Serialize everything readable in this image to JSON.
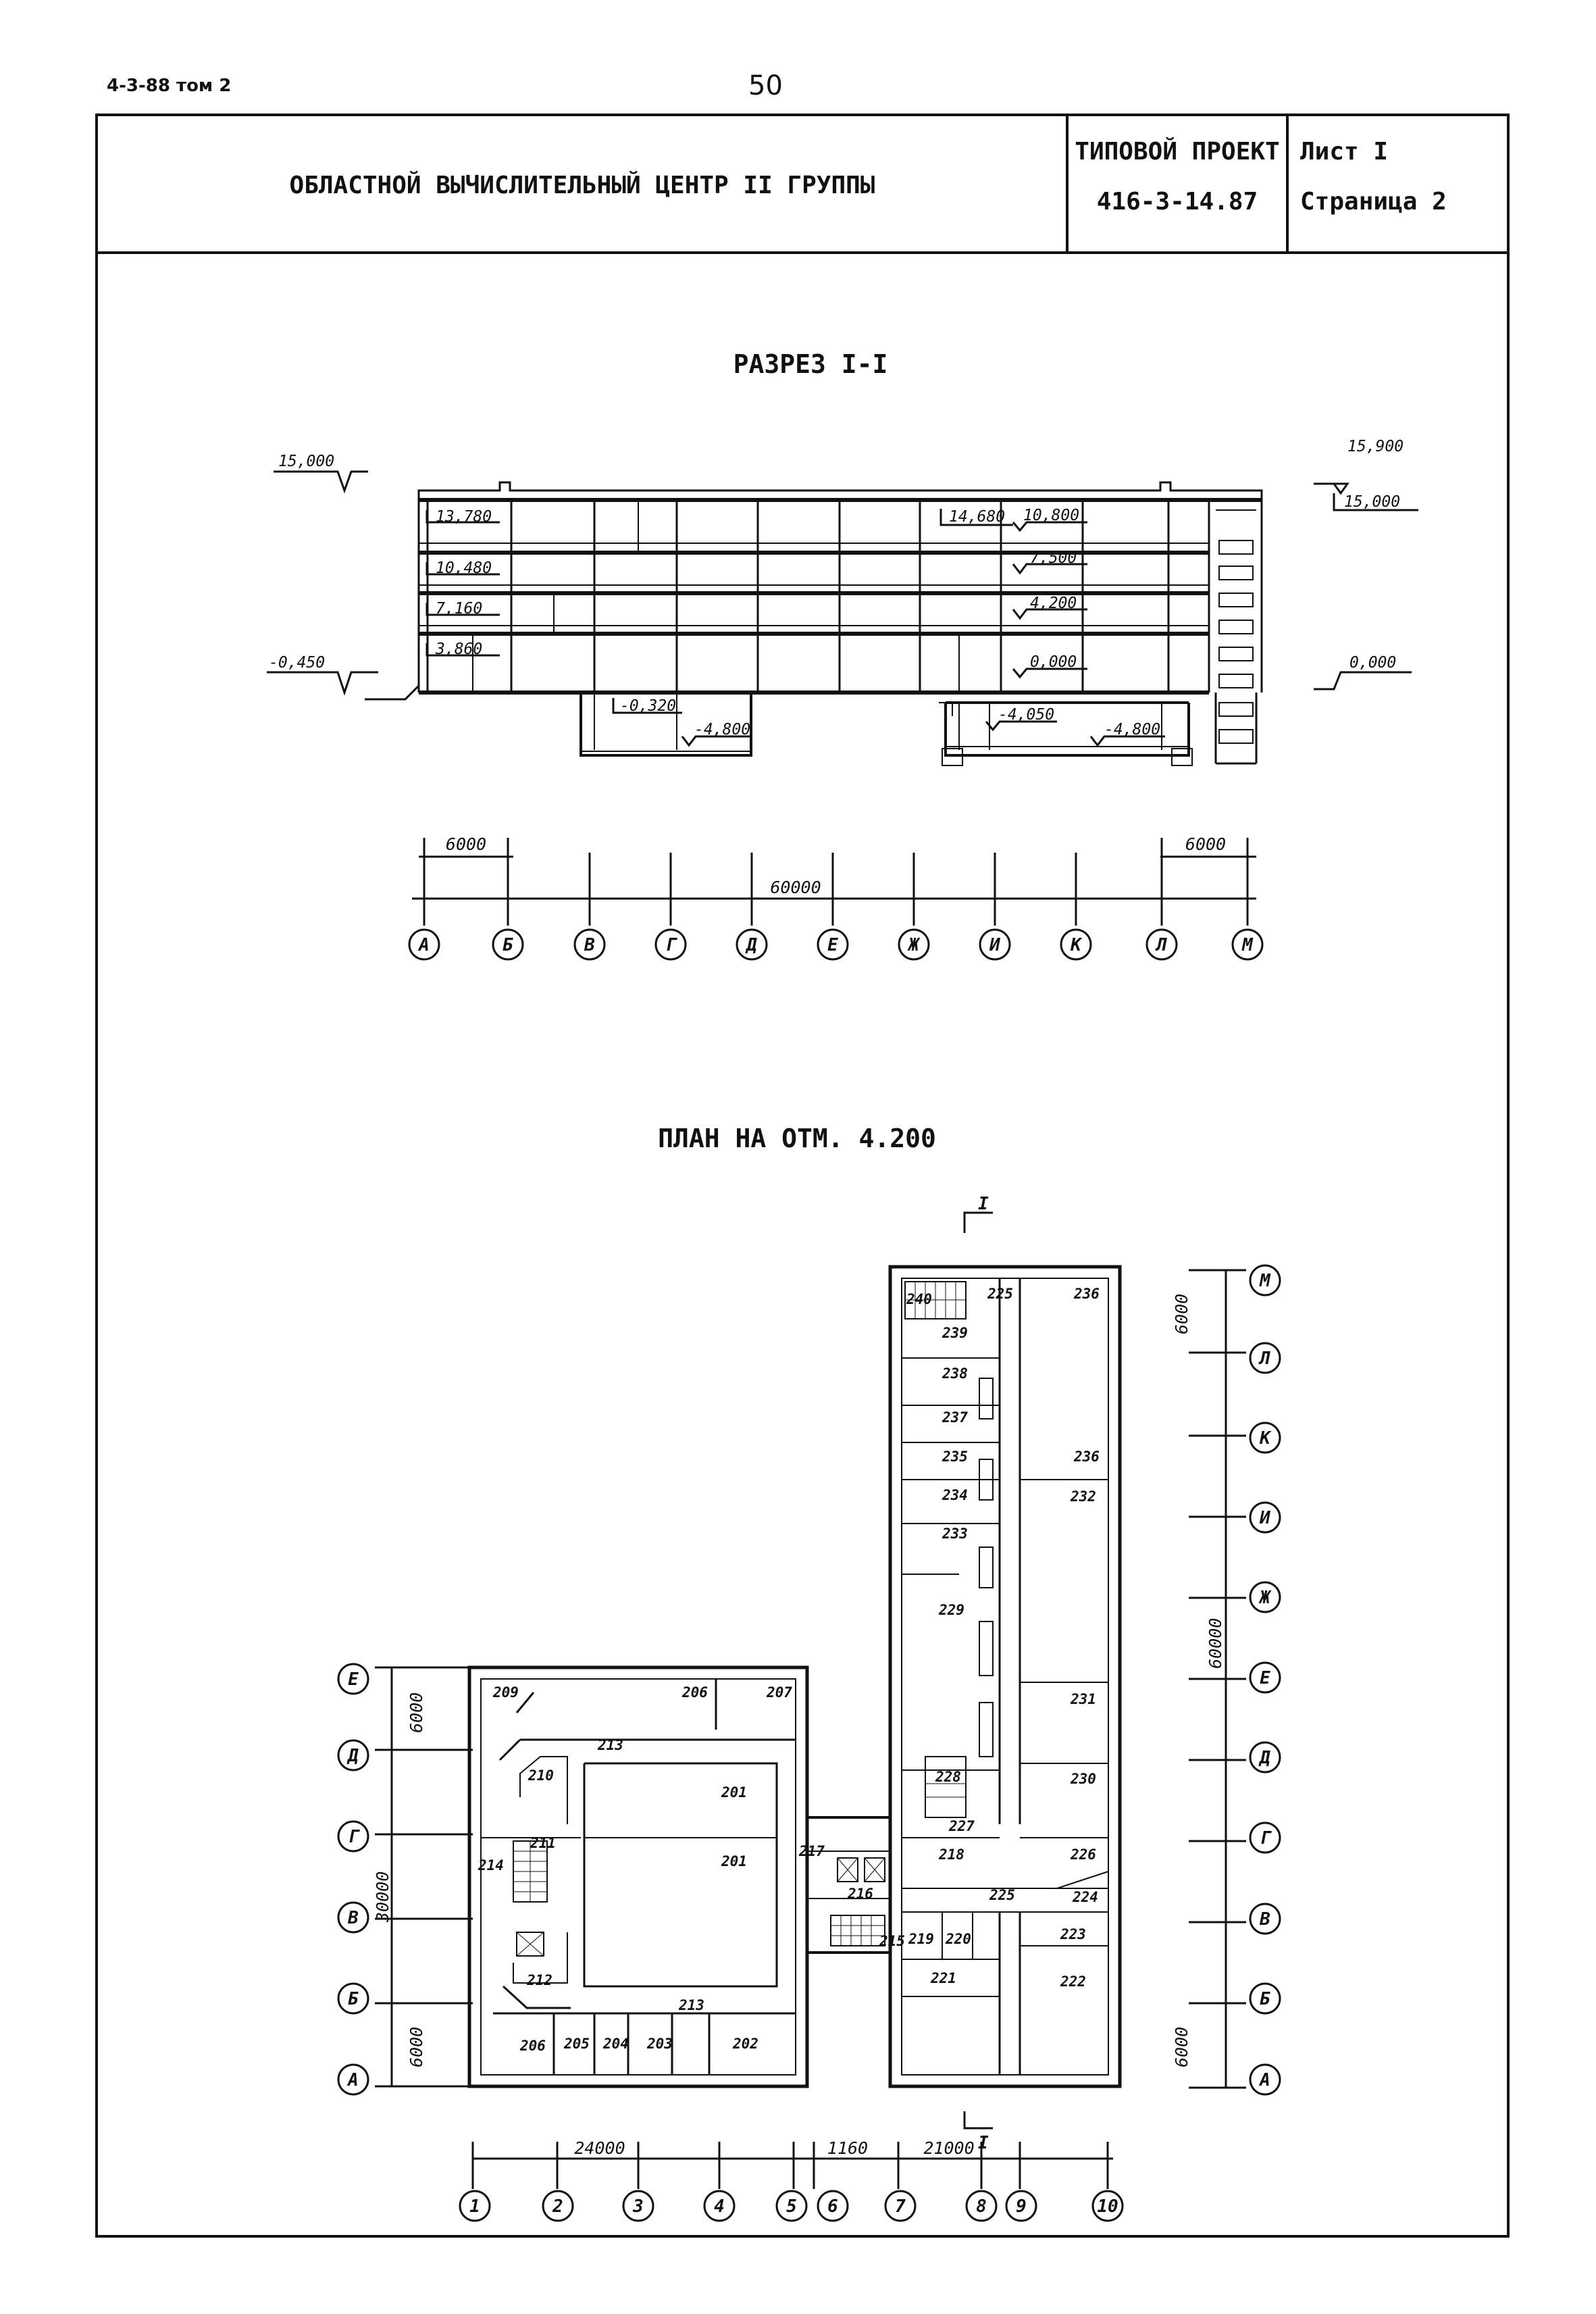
{
  "header": {
    "doc_ref": "4-3-88 том 2",
    "page_number": "50",
    "project_name": "ОБЛАСТНОЙ ВЫЧИСЛИТЕЛЬНЫЙ ЦЕНТР II ГРУППЫ",
    "project_type_label": "ТИПОВОЙ ПРОЕКТ",
    "project_code": "416-3-14.87",
    "sheet": "Лист I",
    "page": "Страница 2"
  },
  "section": {
    "title": "РАЗРЕЗ I-I",
    "levels_left": [
      "15,000",
      "-0,450"
    ],
    "levels_right": [
      "15,900",
      "15,000",
      "0,000"
    ],
    "levels_left_floors": [
      "13,780",
      "10,480",
      "7,160",
      "3,860"
    ],
    "levels_mid": [
      "14,680",
      "10,800",
      "7,500",
      "4,200",
      "0,000"
    ],
    "levels_basement": [
      "-0,320",
      "-4,800",
      "-4,050",
      "-4,800"
    ],
    "dims": {
      "bay_left": "6000",
      "total": "60000",
      "bay_right": "6000"
    },
    "axes": [
      "А",
      "Б",
      "В",
      "Г",
      "Д",
      "Е",
      "Ж",
      "И",
      "К",
      "Л",
      "М"
    ]
  },
  "plan": {
    "title": "ПЛАН НА ОТМ. 4.200",
    "cut_label": "I",
    "left_axes": [
      "Е",
      "Д",
      "Г",
      "В",
      "Б",
      "А"
    ],
    "left_dims": [
      "6000",
      "30000",
      "6000"
    ],
    "right_axes": [
      "М",
      "Л",
      "К",
      "И",
      "Ж",
      "Е",
      "Д",
      "Г",
      "В",
      "Б",
      "А"
    ],
    "right_dims": [
      "6000",
      "60000",
      "6000"
    ],
    "bottom_dims": [
      "24000",
      "1160",
      "21000"
    ],
    "bottom_axes": [
      "1",
      "2",
      "3",
      "4",
      "5",
      "6",
      "7",
      "8",
      "9",
      "10"
    ],
    "rooms": [
      "201",
      "201",
      "202",
      "203",
      "204",
      "205",
      "206",
      "206",
      "207",
      "209",
      "210",
      "211",
      "212",
      "213",
      "213",
      "214",
      "215",
      "216",
      "217",
      "218",
      "219",
      "220",
      "221",
      "222",
      "223",
      "224",
      "225",
      "225",
      "226",
      "227",
      "228",
      "229",
      "230",
      "231",
      "232",
      "233",
      "234",
      "235",
      "236",
      "236",
      "237",
      "238",
      "239",
      "240"
    ]
  }
}
